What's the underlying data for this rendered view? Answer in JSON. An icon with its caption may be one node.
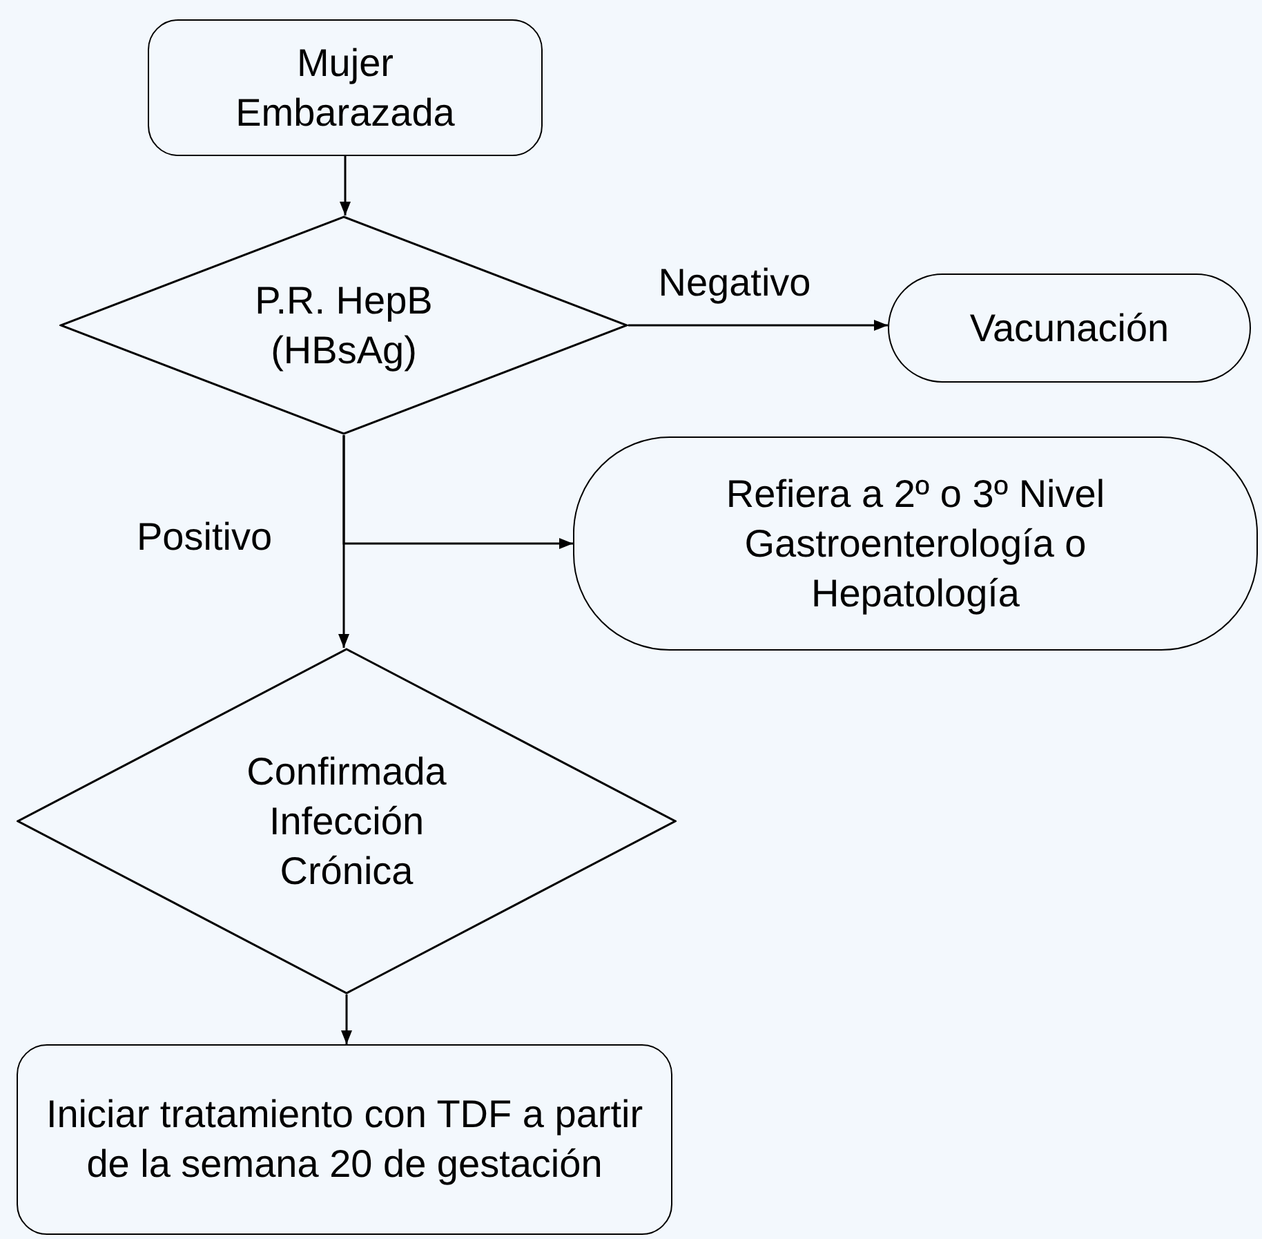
{
  "diagram": {
    "nodes": [
      {
        "text": [
          "Mujer Embarazada"
        ]
      },
      {
        "text": [
          "P.R. HepB (HBsAg)"
        ]
      },
      {
        "text": [
          "Vacunación"
        ]
      },
      {
        "text": [
          "Refiera a 2º o 3º Nivel Gastroenterología o Hepatología"
        ]
      },
      {
        "text": [
          "Confirmada Infección Crónica"
        ]
      },
      {
        "text": [
          "Iniciar tratamiento con TDF a partir de la semana 20 de gestación"
        ]
      }
    ],
    "edges": [
      {
        "from": 0,
        "to": 1,
        "arrow": "to"
      },
      {
        "from": 1,
        "to": 2,
        "arrow": "to",
        "label": "Negativo"
      },
      {
        "from": 1,
        "to": 3,
        "arrow": "to"
      },
      {
        "from": 1,
        "to": 4,
        "arrow": "to",
        "label": "Positivo"
      },
      {
        "from": 4,
        "to": 5,
        "arrow": "to"
      }
    ]
  }
}
